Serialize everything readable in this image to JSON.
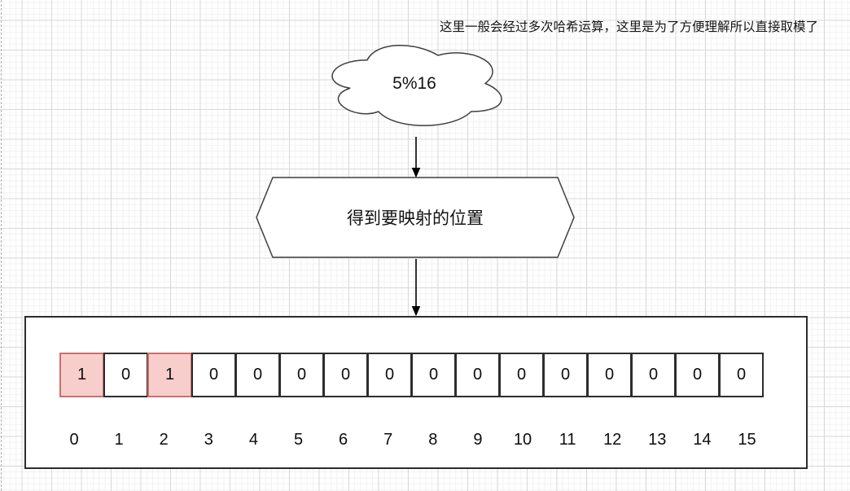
{
  "annotation": "这里一般会经过多次哈希运算，这里是为了方便理解所以直接取模了",
  "cloud": {
    "label": "5%16"
  },
  "hexagon": {
    "label": "得到要映射的位置"
  },
  "bit_array": {
    "values": [
      "1",
      "0",
      "1",
      "0",
      "0",
      "0",
      "0",
      "0",
      "0",
      "0",
      "0",
      "0",
      "0",
      "0",
      "0",
      "0"
    ],
    "highlighted_indices": [
      0,
      2
    ],
    "index_labels": [
      "0",
      "1",
      "2",
      "3",
      "4",
      "5",
      "6",
      "7",
      "8",
      "9",
      "10",
      "11",
      "12",
      "13",
      "14",
      "15"
    ]
  },
  "colors": {
    "background": "#ffffff",
    "grid_minor": "#f2f2f2",
    "grid_major": "#d9d9d9",
    "shape_stroke": "#3f3f3f",
    "cell_stroke": "#2d2d2d",
    "arrow_color": "#000000",
    "highlight_fill": "#f8cecc",
    "highlight_stroke": "#c9706d"
  }
}
